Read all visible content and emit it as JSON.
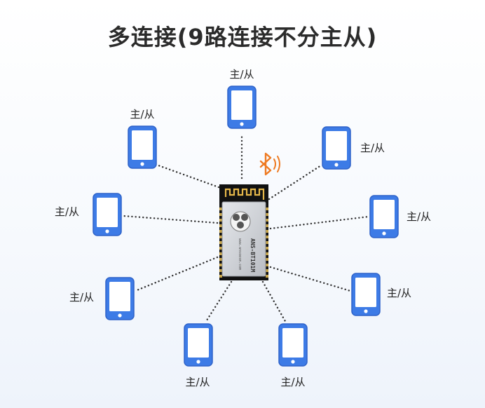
{
  "title": "多连接(9路连接不分主从)",
  "phone_label": "主/从",
  "module": {
    "model": "ANS-BT101M",
    "site": "www.ansoesm.com"
  },
  "colors": {
    "phone_blue": "#3d7be6",
    "phone_border": "#2f63c9",
    "bluetooth_orange": "#ee7a22",
    "dots": "#333333",
    "shield": "#d2d4d8",
    "pcb": "#111111",
    "antenna": "#e5b74a"
  },
  "phones": [
    {
      "id": "top",
      "label": "主/从"
    },
    {
      "id": "upper-left",
      "label": "主/从"
    },
    {
      "id": "upper-right",
      "label": "主/从"
    },
    {
      "id": "mid-left",
      "label": "主/从"
    },
    {
      "id": "mid-right",
      "label": "主/从"
    },
    {
      "id": "lower-left",
      "label": "主/从"
    },
    {
      "id": "lower-right",
      "label": "主/从"
    },
    {
      "id": "bottom-left",
      "label": "主/从"
    },
    {
      "id": "bottom-right",
      "label": "主/从"
    }
  ]
}
